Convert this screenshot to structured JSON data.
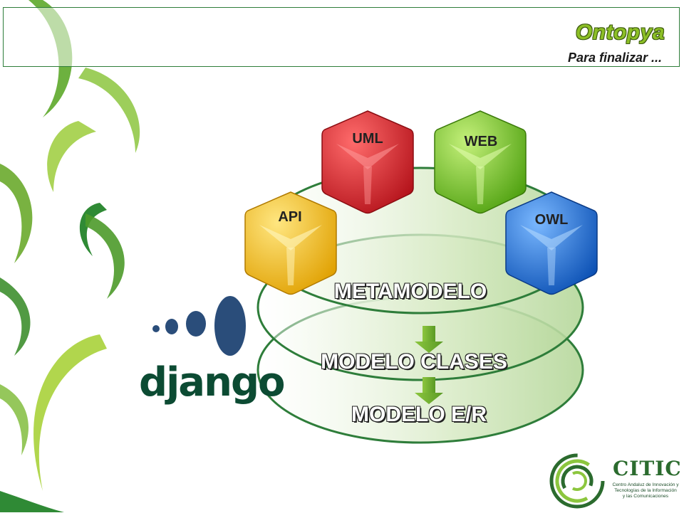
{
  "header": {
    "title": "Ontopya",
    "subtitle": "Para finalizar ..."
  },
  "layers": {
    "metamodelo": "METAMODELO",
    "modelo_clases": "MODELO CLASES",
    "modelo_er": "MODELO E/R"
  },
  "cubes": {
    "uml": "UML",
    "web": "WEB",
    "api": "API",
    "owl": "OWL"
  },
  "django": {
    "wordmark": "django"
  },
  "citic": {
    "name": "CITIC",
    "subtitle_line1": "Centro Andaluz de Innovación y",
    "subtitle_line2": "Tecnologías de la Información",
    "subtitle_line3": "y las Comunicaciones"
  },
  "colors": {
    "accent_green": "#8cbf26",
    "frame_green": "#2e7d3a",
    "cube_uml": "#d2232a",
    "cube_web": "#6cc417",
    "cube_api": "#f2b705",
    "cube_owl": "#1f6fd6",
    "django_dark": "#0c4b33",
    "django_blue": "#2a4d7a"
  }
}
